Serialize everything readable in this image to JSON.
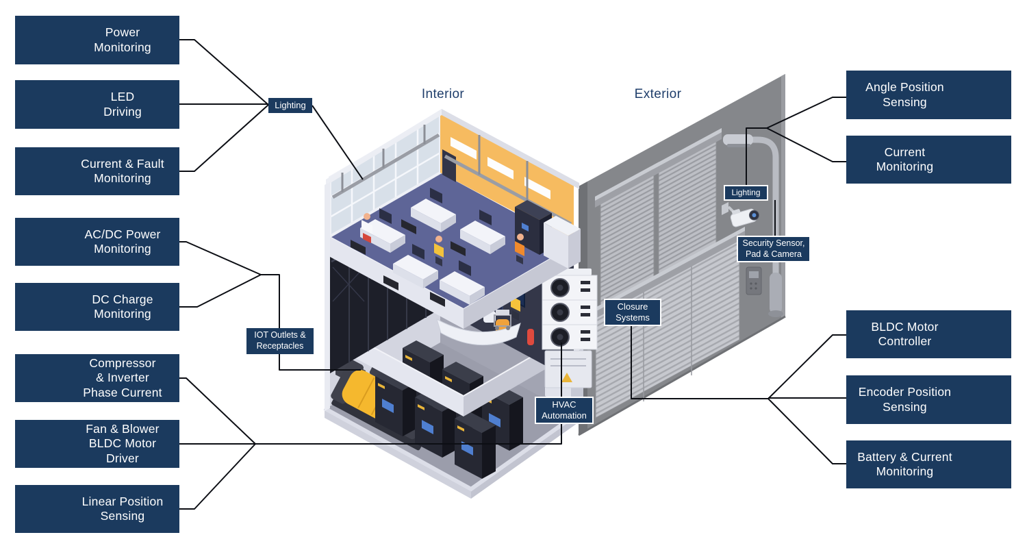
{
  "headings": {
    "interior": "Interior",
    "exterior": "Exterior"
  },
  "left_boxes": [
    {
      "label": "Power\nMonitoring"
    },
    {
      "label": "LED\nDriving"
    },
    {
      "label": "Current & Fault\nMonitoring"
    },
    {
      "label": "AC/DC Power\nMonitoring"
    },
    {
      "label": "DC Charge\nMonitoring"
    },
    {
      "label": "Compressor\n& Inverter\nPhase Current"
    },
    {
      "label": "Fan & Blower\nBLDC Motor\nDriver"
    },
    {
      "label": "Linear Position\nSensing"
    }
  ],
  "right_boxes": [
    {
      "label": "Angle Position\nSensing"
    },
    {
      "label": "Current\nMonitoring"
    },
    {
      "label": "BLDC Motor\nController"
    },
    {
      "label": "Encoder Position\nSensing"
    },
    {
      "label": "Battery & Current\nMonitoring"
    }
  ],
  "callouts": {
    "lighting_left": "Lighting",
    "iot": "IOT Outlets &\nReceptacles",
    "hvac": "HVAC\nAutomation",
    "closure": "Closure\nSystems",
    "lighting_right": "Lighting",
    "security": "Security Sensor,\nPad & Camera"
  },
  "illustration": {
    "interior_parts": [
      "office-workstations",
      "ceiling-light-rails",
      "glass-wall",
      "server-racks",
      "monitoring-dashboard",
      "control-desk-operator",
      "generator",
      "battery-cabinets",
      "iot-outlet-pipes"
    ],
    "exterior_parts": [
      "gray-wall",
      "shutter-window-1",
      "shutter-window-2",
      "shutter-door",
      "wall-lamp",
      "security-camera",
      "hvac-units",
      "intercom-panel"
    ]
  },
  "colors": {
    "box_navy": "#1b3a5e",
    "connector_line": "#0c0e14",
    "heading_blue": "#1f3e6b",
    "wall_gray": "#85878b",
    "orange_wall": "#f6bb60",
    "office_floor": "#5e6597",
    "generator_yellow": "#f5b82e",
    "dashboard_navy": "#1c2f55",
    "label_text": "#ffffff"
  }
}
